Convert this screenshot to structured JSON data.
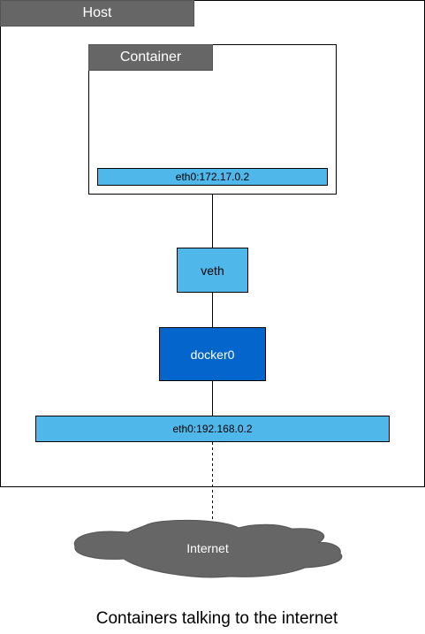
{
  "host": {
    "label": "Host"
  },
  "container": {
    "label": "Container",
    "interface": "eth0:172.17.0.2"
  },
  "veth": {
    "label": "veth"
  },
  "bridge": {
    "label": "docker0"
  },
  "host_interface": {
    "label": "eth0:192.168.0.2"
  },
  "internet": {
    "label": "Internet"
  },
  "caption": "Containers talking to the internet",
  "colors": {
    "tab_gray": "#666666",
    "interface_blue": "#4fb7ea",
    "bridge_blue": "#0466cc",
    "cloud_gray": "#666666"
  }
}
